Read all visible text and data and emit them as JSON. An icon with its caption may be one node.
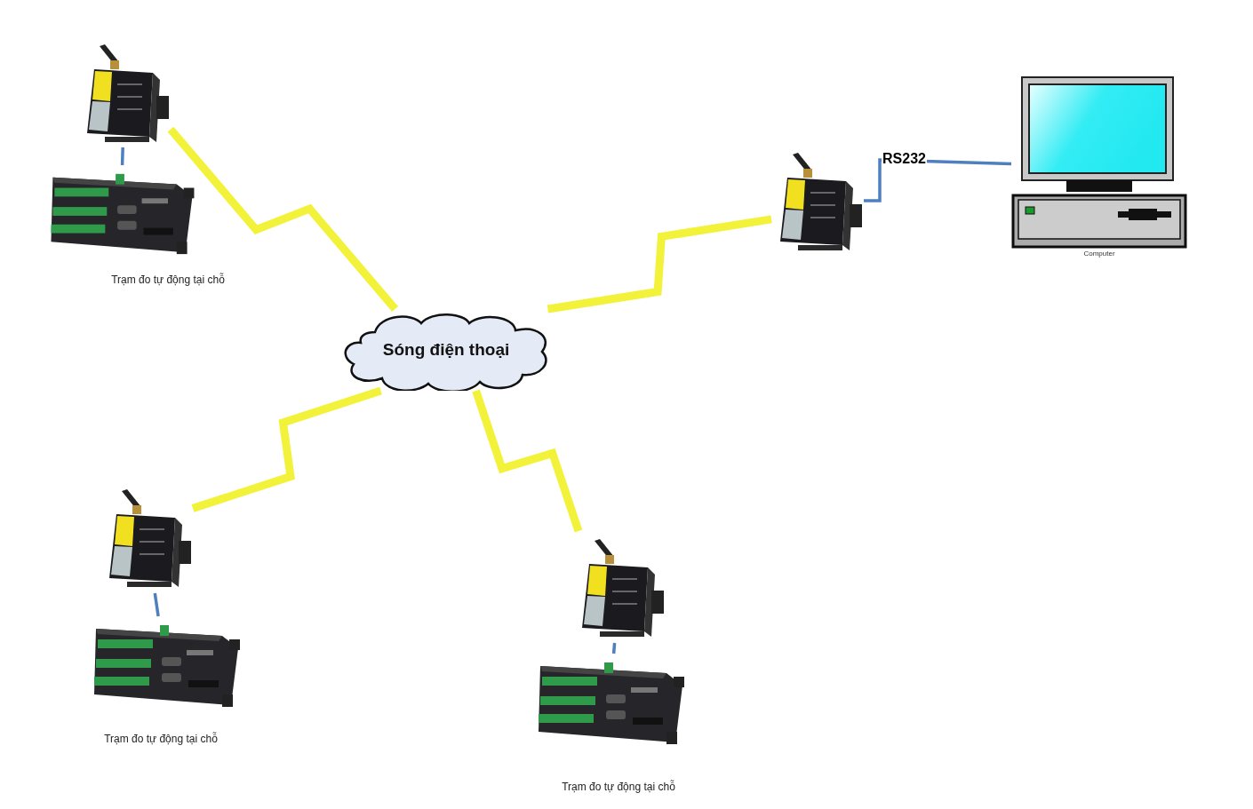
{
  "diagram": {
    "nodes": [
      {
        "text": [
          "Sóng điện thoại"
        ]
      },
      {
        "text": [],
        "shape": "picture"
      },
      {
        "text": [],
        "shape": "picture",
        "beside": [
          "Trạm đo tự động tại chỗ"
        ]
      },
      {
        "text": [],
        "shape": "picture"
      },
      {
        "text": [],
        "shape": "picture",
        "beside": [
          "Trạm đo tự động tại chỗ"
        ]
      },
      {
        "text": [],
        "shape": "picture"
      },
      {
        "text": [],
        "shape": "picture",
        "beside": [
          "Trạm đo tự động tại chỗ"
        ]
      },
      {
        "text": [],
        "shape": "picture"
      },
      {
        "text": [
          "Computer"
        ]
      }
    ],
    "edges": [
      {
        "from": 1,
        "to": 0,
        "arrow": "none",
        "style": "thick",
        "color": "#f2f23a"
      },
      {
        "from": 0,
        "to": 7,
        "arrow": "none",
        "style": "thick",
        "color": "#f2f23a"
      },
      {
        "from": 3,
        "to": 0,
        "arrow": "none",
        "style": "thick",
        "color": "#f2f23a"
      },
      {
        "from": 5,
        "to": 0,
        "arrow": "none",
        "style": "thick",
        "color": "#f2f23a"
      },
      {
        "from": 1,
        "to": 2,
        "arrow": "none",
        "color": "#4f7fbf"
      },
      {
        "from": 3,
        "to": 4,
        "arrow": "none",
        "color": "#4f7fbf"
      },
      {
        "from": 5,
        "to": 6,
        "arrow": "none",
        "color": "#4f7fbf"
      },
      {
        "from": 7,
        "to": 8,
        "arrow": "none",
        "label": "RS232",
        "color": "#4f7fbf"
      }
    ]
  }
}
